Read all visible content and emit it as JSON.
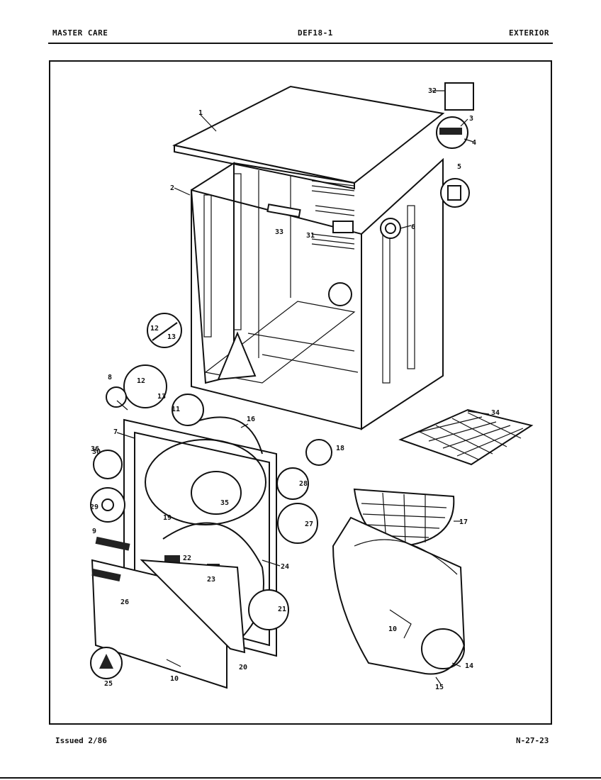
{
  "header": {
    "left": "MASTER CARE",
    "center": "DEF18-1",
    "right": "EXTERIOR"
  },
  "footer": {
    "issued": "Issued 2/86",
    "page_code": "N-27-23"
  },
  "callouts": {
    "c1": "1",
    "c2": "2",
    "c3": "3",
    "c4": "4",
    "c5": "5",
    "c6": "6",
    "c7": "7",
    "c8": "8",
    "c9": "9",
    "c10": "10",
    "c10b": "10",
    "c11": "11",
    "c12a": "12",
    "c12b": "12",
    "c13a": "13",
    "c13b": "13",
    "c14": "14",
    "c15": "15",
    "c16": "16",
    "c17": "17",
    "c18": "18",
    "c19": "19",
    "c20": "20",
    "c21": "21",
    "c22": "22",
    "c23": "23",
    "c24": "24",
    "c25": "25",
    "c26": "26",
    "c27": "27",
    "c28": "28",
    "c29": "29",
    "c30": "30",
    "c31": "31",
    "c32": "32",
    "c33": "33",
    "c34": "34",
    "c35": "35",
    "c36": "36"
  }
}
